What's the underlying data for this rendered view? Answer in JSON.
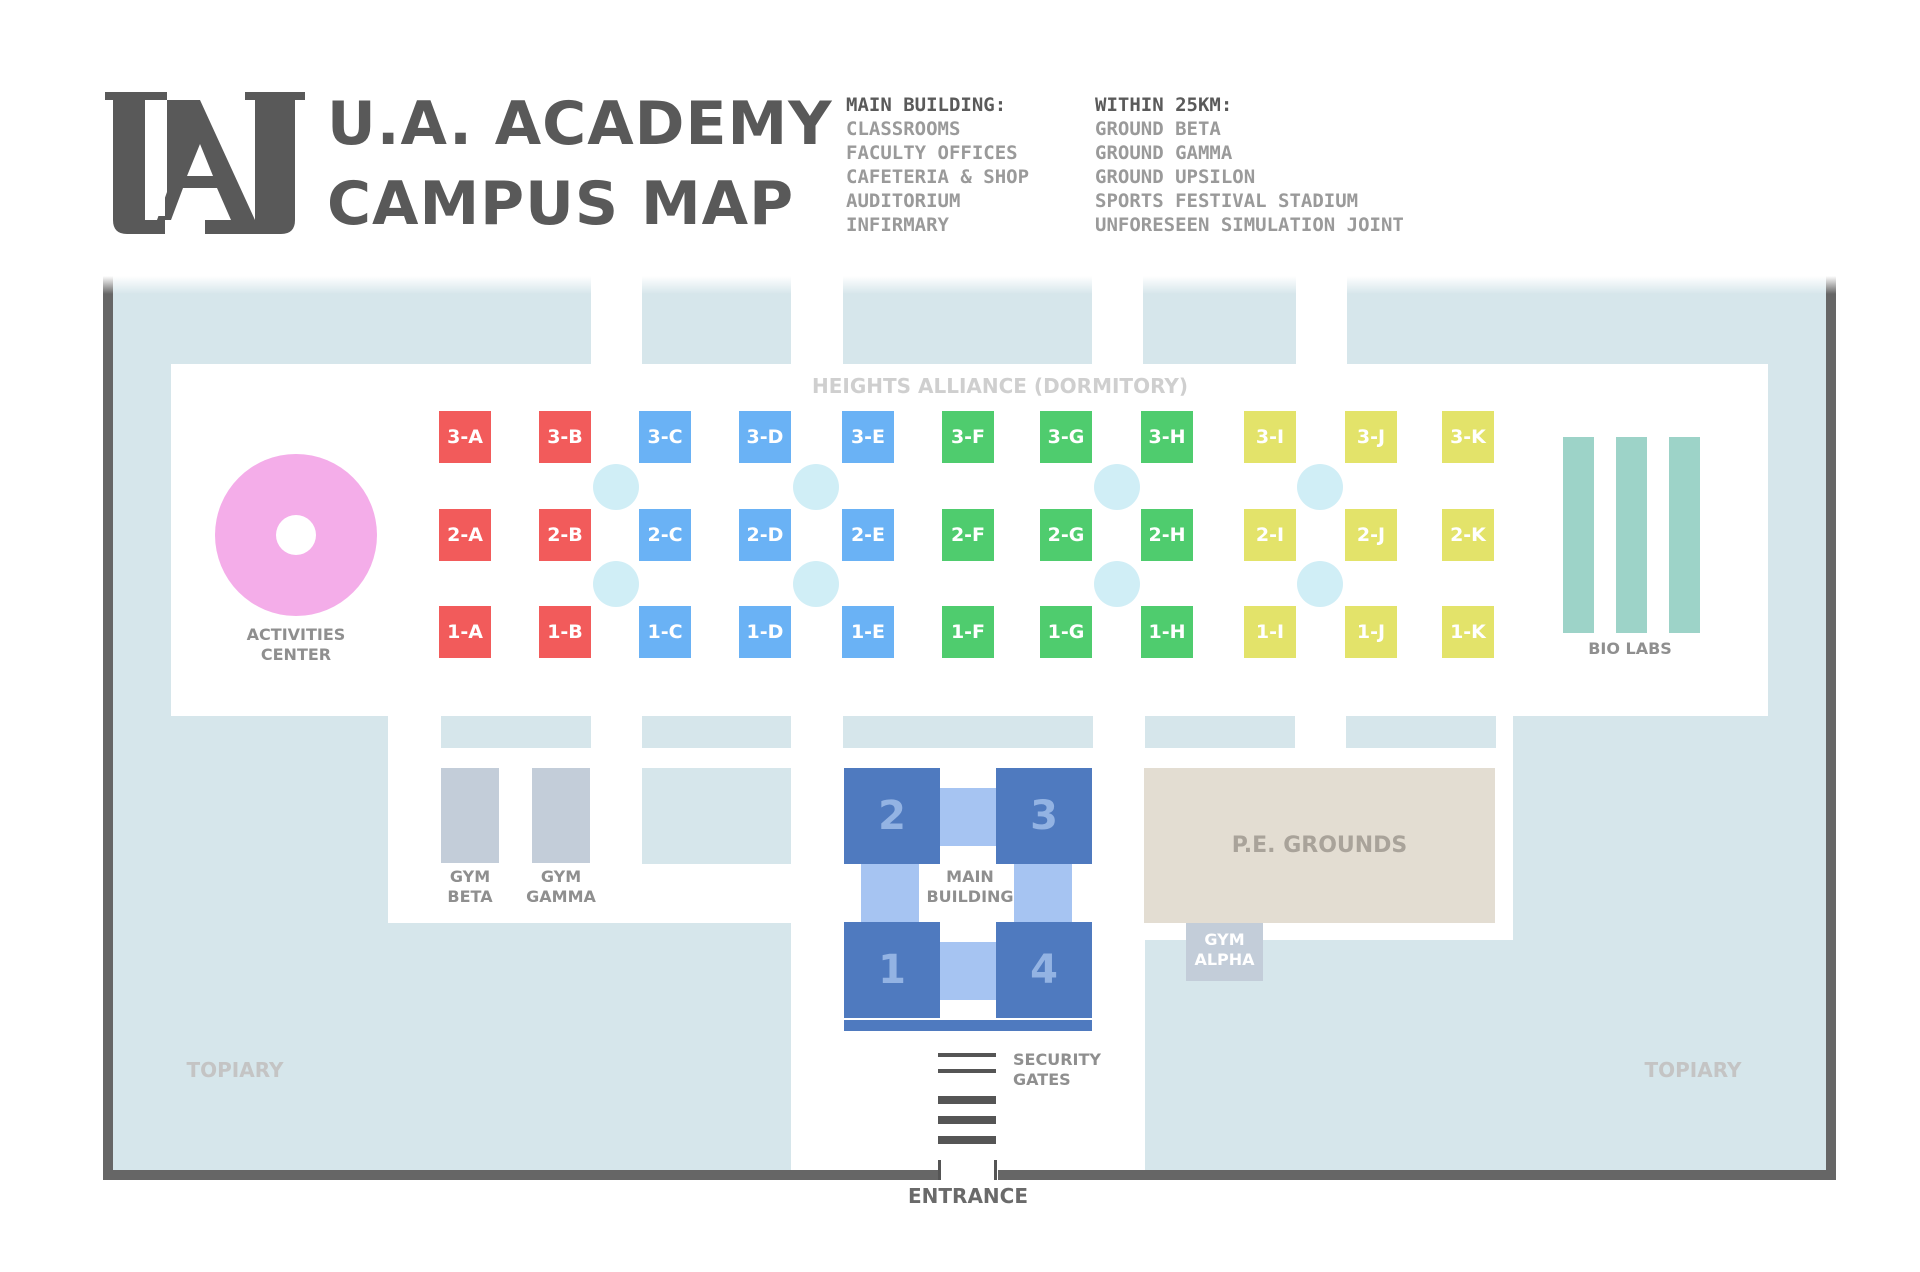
{
  "header": {
    "logo_alt": "UA",
    "title_line1": "U.A. ACADEMY",
    "title_line2": "CAMPUS MAP"
  },
  "legend": {
    "main_building": {
      "heading": "MAIN BUILDING:",
      "items": [
        "CLASSROOMS",
        "FACULTY OFFICES",
        "CAFETERIA & SHOP",
        "AUDITORIUM",
        "INFIRMARY"
      ]
    },
    "within_25km": {
      "heading": "WITHIN 25KM:",
      "items": [
        "GROUND BETA",
        "GROUND GAMMA",
        "GROUND UPSILON",
        "SPORTS FESTIVAL STADIUM",
        "UNFORESEEN SIMULATION JOINT"
      ]
    }
  },
  "map": {
    "dormitory_label": "HEIGHTS ALLIANCE (DORMITORY)",
    "activities_center": "ACTIVITIES CENTER",
    "bio_labs": "BIO LABS",
    "gym_beta": "GYM BETA",
    "gym_gamma": "GYM GAMMA",
    "gym_alpha": "GYM ALPHA",
    "main_building": "MAIN BUILDING",
    "pe_grounds": "P.E. GROUNDS",
    "security_gates": "SECURITY GATES",
    "entrance": "ENTRANCE",
    "topiary_left": "TOPIARY",
    "topiary_right": "TOPIARY",
    "main_blocks": [
      "2",
      "3",
      "1",
      "4"
    ],
    "rooms_row3": [
      "3-A",
      "3-B",
      "3-C",
      "3-D",
      "3-E",
      "3-F",
      "3-G",
      "3-H",
      "3-I",
      "3-J",
      "3-K"
    ],
    "rooms_row2": [
      "2-A",
      "2-B",
      "2-C",
      "2-D",
      "2-E",
      "2-F",
      "2-G",
      "2-H",
      "2-I",
      "2-J",
      "2-K"
    ],
    "rooms_row1": [
      "1-A",
      "1-B",
      "1-C",
      "1-D",
      "1-E",
      "1-F",
      "1-G",
      "1-H",
      "1-I",
      "1-J",
      "1-K"
    ],
    "colors": {
      "red": "#f25b5b",
      "blue": "#6ab2f5",
      "green": "#4fcc6e",
      "yellow": "#e3e36a",
      "pink": "#f4ade9",
      "teal": "#9dd3c8",
      "grass": "#d6e6eb",
      "main_block": "#4f7abf",
      "pe_grounds": "#e3ddd2"
    }
  }
}
